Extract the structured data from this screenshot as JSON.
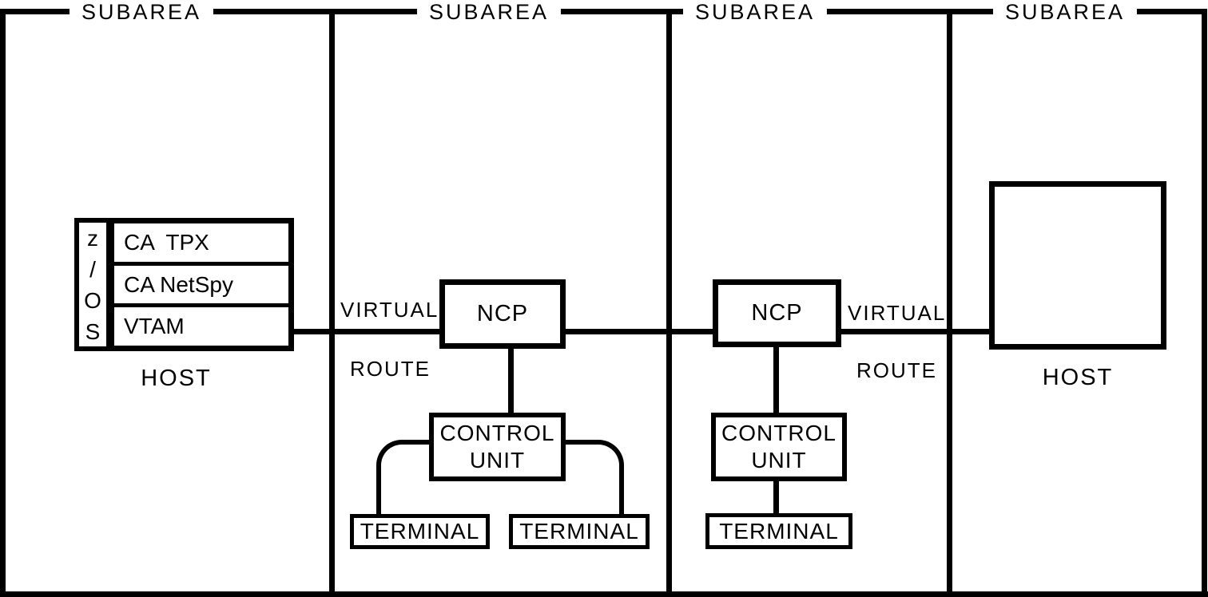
{
  "colors": {
    "ink": "#000000",
    "background": "#ffffff"
  },
  "subareas": {
    "label_1": "SUBAREA",
    "label_2": "SUBAREA",
    "label_3": "SUBAREA",
    "label_4": "SUBAREA"
  },
  "host_left": {
    "os_stack": "z\n/\nO\nS",
    "apps": [
      "CA  TPX",
      "CA NetSpy",
      "VTAM"
    ],
    "caption": "HOST"
  },
  "route_left": {
    "line1": "VIRTUAL",
    "line2": "ROUTE"
  },
  "route_right": {
    "line1": "VIRTUAL",
    "line2": "ROUTE"
  },
  "ncp_left": {
    "label": "NCP"
  },
  "ncp_right": {
    "label": "NCP"
  },
  "control_unit_left": {
    "line1": "CONTROL",
    "line2": "UNIT"
  },
  "control_unit_right": {
    "line1": "CONTROL",
    "line2": "UNIT"
  },
  "terminals": {
    "t1": "TERMINAL",
    "t2": "TERMINAL",
    "t3": "TERMINAL"
  },
  "host_right": {
    "caption": "HOST"
  }
}
